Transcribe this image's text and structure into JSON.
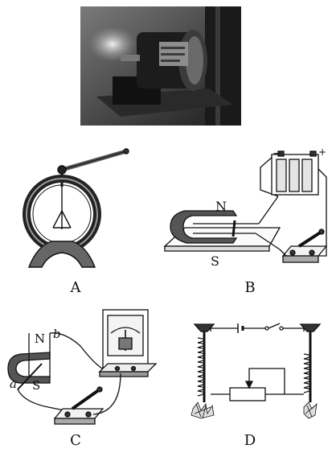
{
  "panels": {
    "a": {
      "letter": "A"
    },
    "b": {
      "letter": "B",
      "pole_n": "N",
      "pole_s": "S",
      "battery_minus": "−",
      "battery_plus": "+"
    },
    "c": {
      "letter": "C",
      "pole_n": "N",
      "pole_s": "S",
      "wire_a": "a",
      "wire_b": "b"
    },
    "d": {
      "letter": "D"
    }
  }
}
